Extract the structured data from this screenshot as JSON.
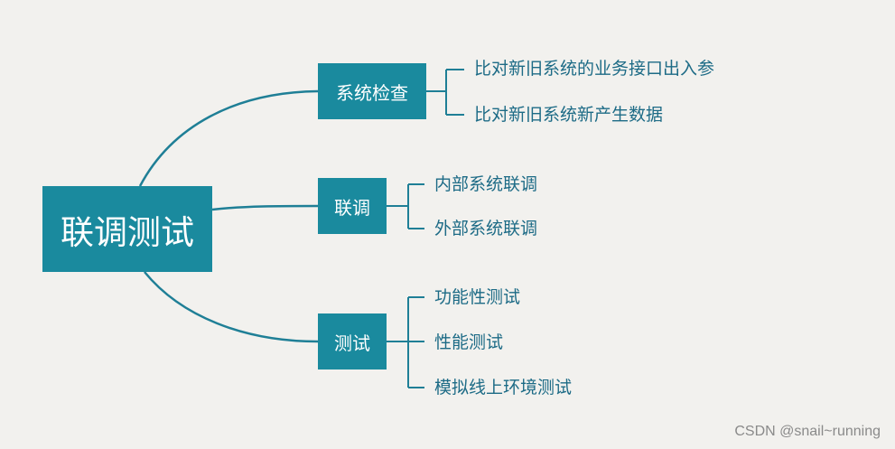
{
  "diagram": {
    "root": "联调测试",
    "branches": [
      {
        "label": "系统检查",
        "children": [
          "比对新旧系统的业务接口出入参",
          "比对新旧系统新产生数据"
        ]
      },
      {
        "label": "联调",
        "children": [
          "内部系统联调",
          "外部系统联调"
        ]
      },
      {
        "label": "测试",
        "children": [
          "功能性测试",
          "性能测试",
          "模拟线上环境测试"
        ]
      }
    ],
    "colors": {
      "node_fill": "#1a8a9e",
      "connector": "#1f7f96",
      "leaf_text": "#1d6b86",
      "background": "#f2f1ee"
    }
  },
  "watermark": "CSDN @snail~running"
}
